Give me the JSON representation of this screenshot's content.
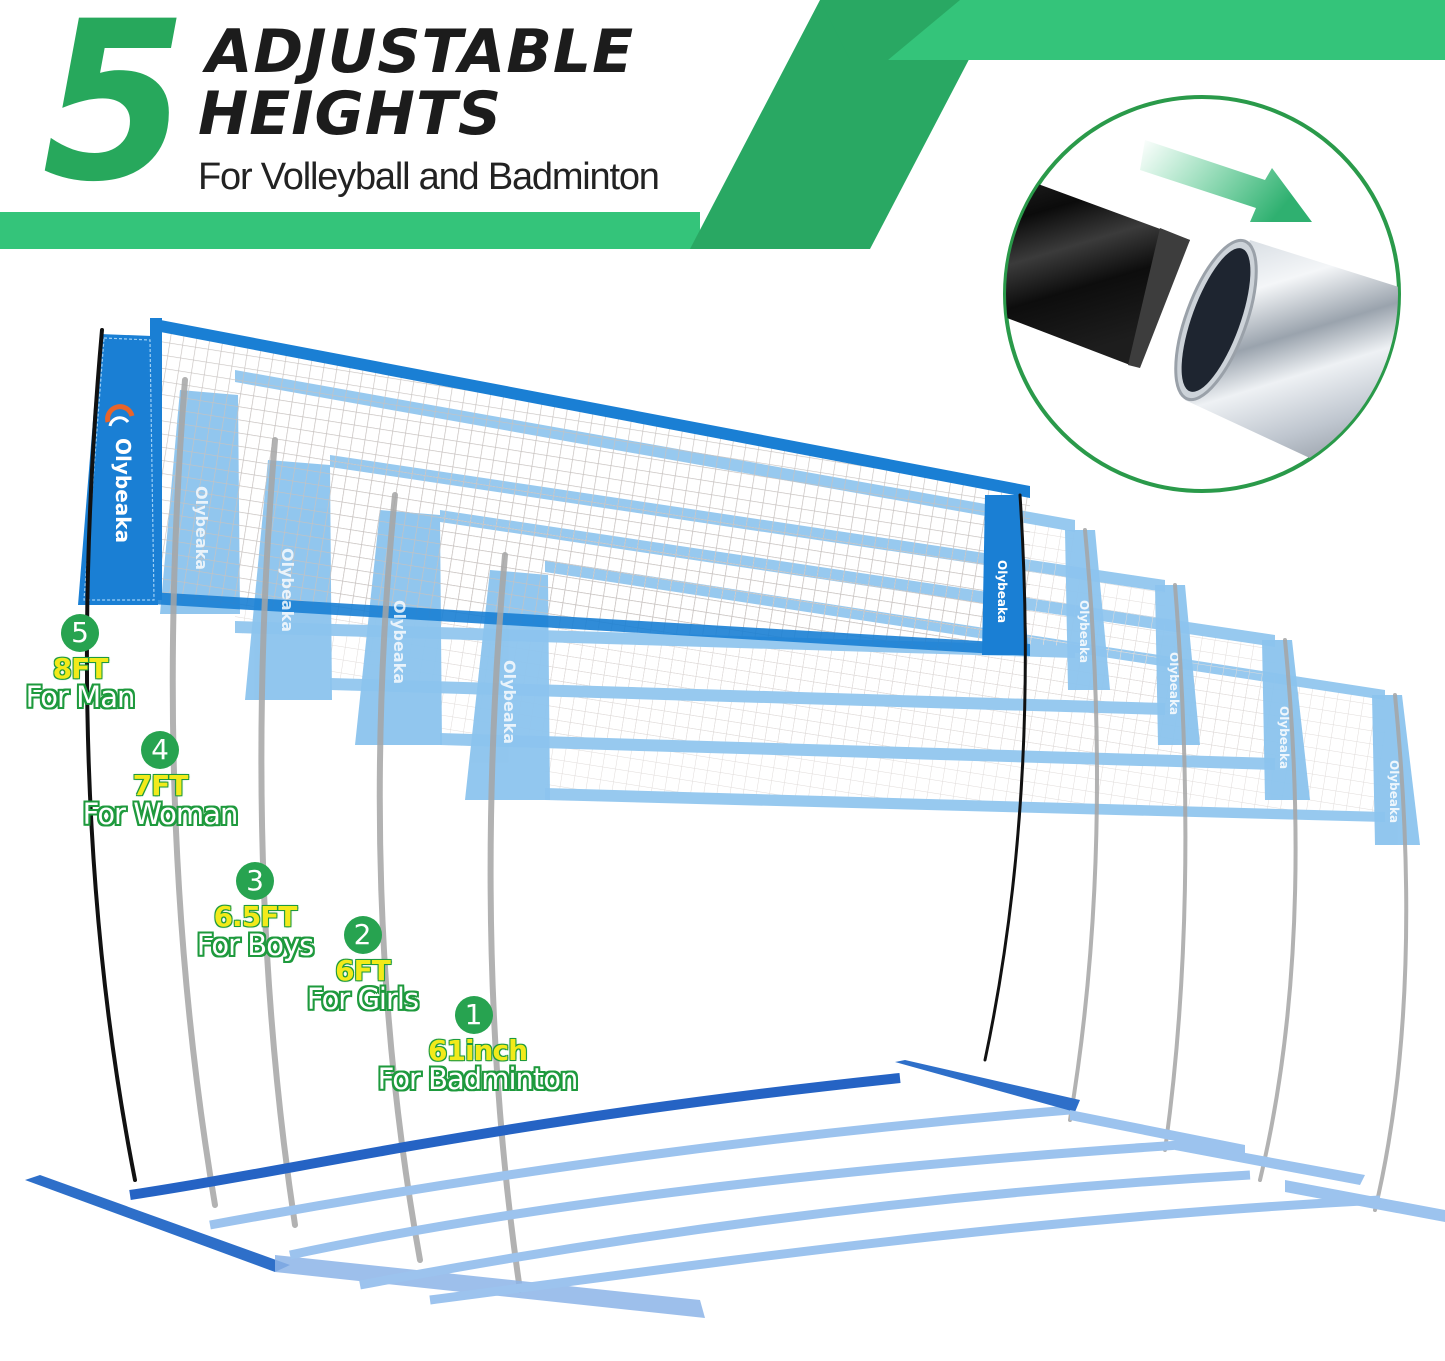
{
  "headline": {
    "number": "5",
    "line1": "ADJUSTABLE",
    "line2": "HEIGHTS",
    "subtitle": "For Volleyball and Badminton"
  },
  "brand": {
    "name": "Olybeaka",
    "logo_icon": "swoosh-ball-icon"
  },
  "detail_inset": {
    "description": "Black pole end inserting into silver metal tube",
    "arrow_icon": "arrow-right-icon"
  },
  "heights": [
    {
      "level": "5",
      "height": "8FT",
      "audience": "For Man"
    },
    {
      "level": "4",
      "height": "7FT",
      "audience": "For Woman"
    },
    {
      "level": "3",
      "height": "6.5FT",
      "audience": "For Boys"
    },
    {
      "level": "2",
      "height": "6FT",
      "audience": "For Girls"
    },
    {
      "level": "1",
      "height": "61inch",
      "audience": "For Badminton"
    }
  ],
  "colors": {
    "green_primary": "#34c47a",
    "green_dark": "#29a863",
    "green_badge": "#27a350",
    "label_yellow": "#f2ea1a",
    "net_blue": "#1a7fd4",
    "net_blue_faded": "#8cc4ee",
    "frame_blue": "#2e6fc9",
    "inset_ring": "#2a9a4a"
  }
}
